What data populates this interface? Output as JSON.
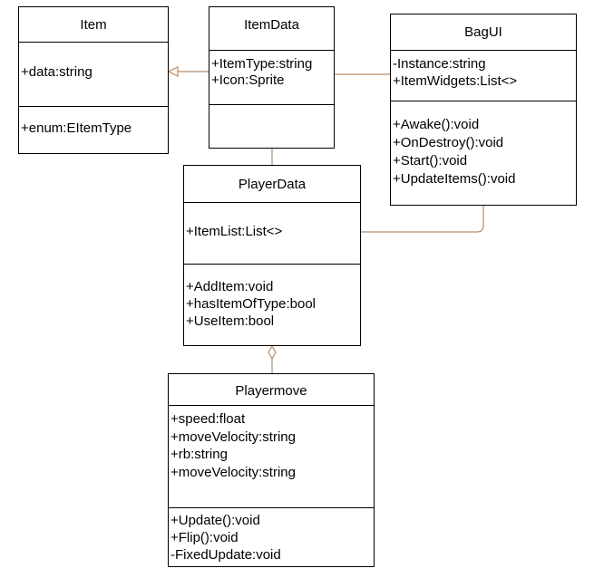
{
  "colors": {
    "border": "#000000",
    "connector": "#b88c6a",
    "background": "#ffffff"
  },
  "classes": {
    "item": {
      "name": "Item",
      "attributes": [
        "+data:string"
      ],
      "operations": [
        "+enum:EItemType"
      ]
    },
    "item_data": {
      "name": "ItemData",
      "attributes": [
        "+ItemType:string",
        "+Icon:Sprite"
      ],
      "operations": []
    },
    "bag_ui": {
      "name": "BagUI",
      "attributes": [
        "-Instance:string",
        "+ItemWidgets:List<>"
      ],
      "operations": [
        "+Awake():void",
        "+OnDestroy():void",
        "+Start():void",
        "+UpdateItems():void"
      ]
    },
    "player_data": {
      "name": "PlayerData",
      "attributes": [
        "+ItemList:List<>"
      ],
      "operations": [
        "+AddItem:void",
        "+hasItemOfType:bool",
        "+UseItem:bool"
      ]
    },
    "playermove": {
      "name": "Playermove",
      "attributes": [
        "+speed:float",
        "+moveVelocity:string",
        "+rb:string",
        "+moveVelocity:string"
      ],
      "operations": [
        "+Update():void",
        "+Flip():void",
        "-FixedUpdate:void"
      ]
    }
  }
}
